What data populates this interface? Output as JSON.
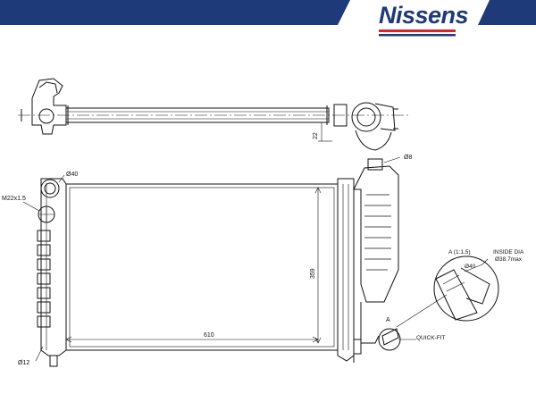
{
  "brand": {
    "name": "Nissens",
    "colors": {
      "navy": "#1f3a78",
      "red": "#d5262b"
    }
  },
  "dimensions": {
    "core_width": "610",
    "core_height": "359",
    "pipe_offset": "22",
    "thread": "M22x1.5",
    "top_neck": "Ø40",
    "bottom_pipe": "Ø12",
    "sensor_port": "Ø8"
  },
  "detail": {
    "marker": "A",
    "title": "A (1:1.5)",
    "inside_dia_title": "INSIDE DIA",
    "inside_dia_value": "Ø38.7max",
    "neck_dia": "Ø40",
    "connector_type": "QUICK-FIT"
  }
}
